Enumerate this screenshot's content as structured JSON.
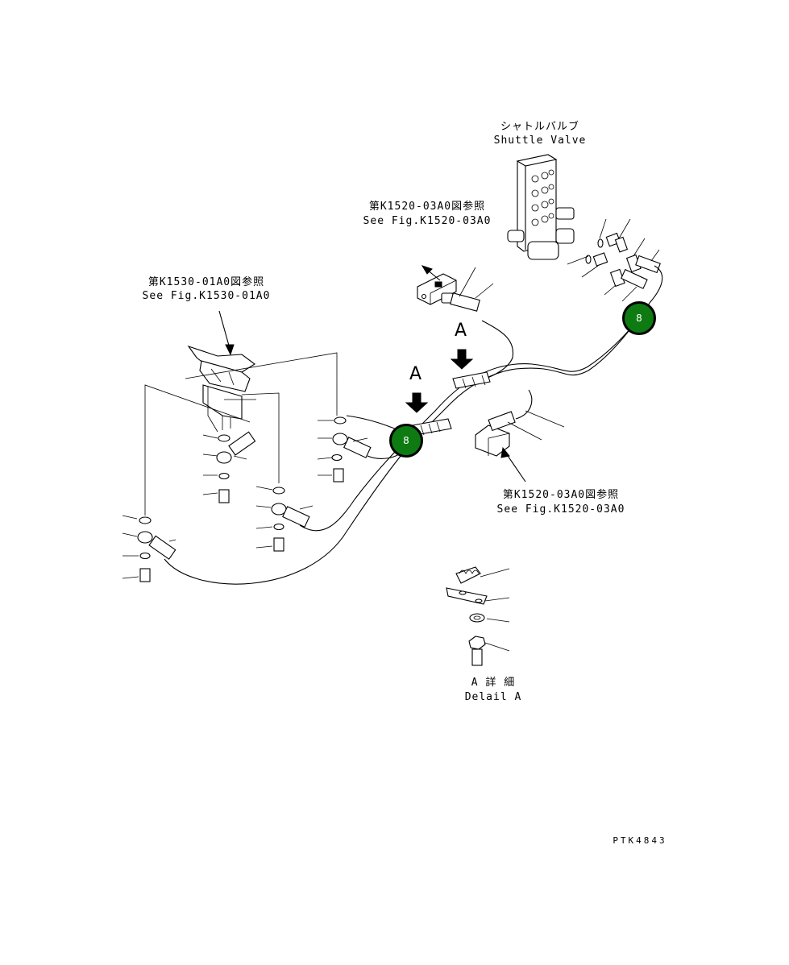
{
  "labels": {
    "shuttle_valve_jp": "シャトルバルブ",
    "shuttle_valve_en": "Shuttle Valve",
    "ref_top_jp": "第K1520-03A0図参照",
    "ref_top_en": "See Fig.K1520-03A0",
    "ref_left_jp": "第K1530-01A0図参照",
    "ref_left_en": "See Fig.K1530-01A0",
    "ref_bottom_jp": "第K1520-03A0図参照",
    "ref_bottom_en": "See Fig.K1520-03A0",
    "detail_jp": "A 詳 細",
    "detail_en": "Delail A",
    "drawing_code": "PTK4843"
  },
  "markers": {
    "view_letter_1": "A",
    "view_letter_2": "A"
  },
  "badges": [
    {
      "label": "8"
    },
    {
      "label": "8"
    }
  ],
  "colors": {
    "badge_fill": "#0d7a12",
    "line": "#000000",
    "background": "#ffffff"
  }
}
